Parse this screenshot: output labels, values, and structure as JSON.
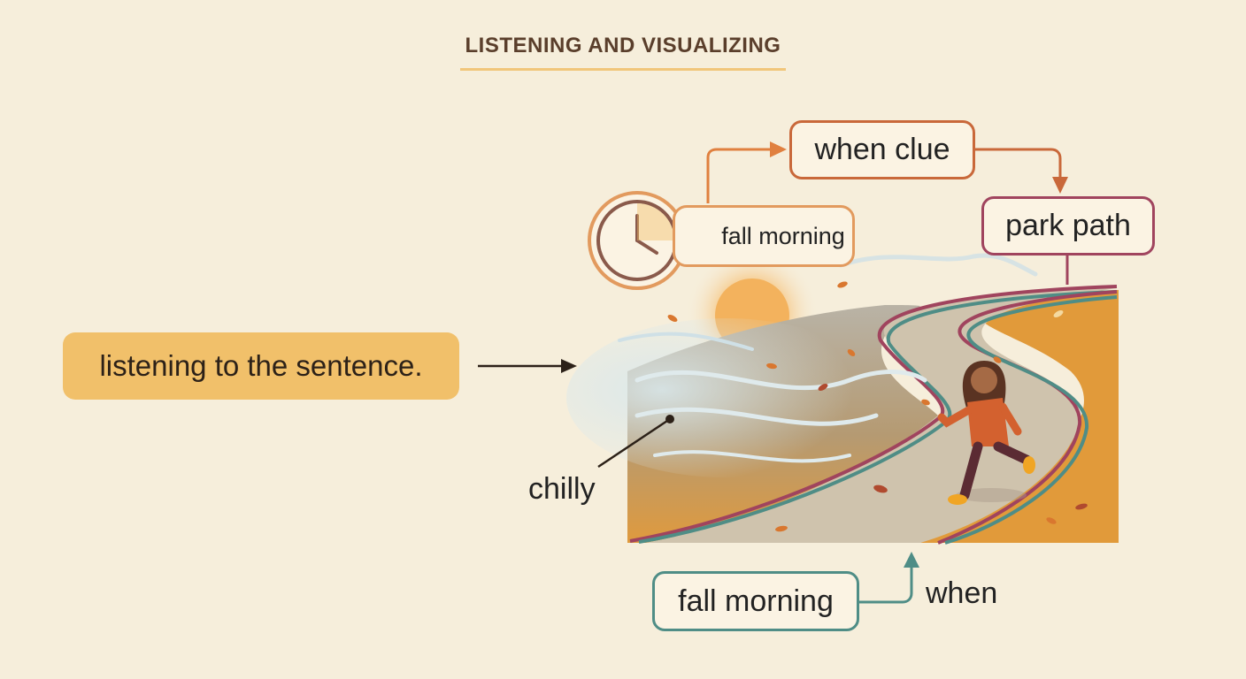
{
  "title": "LISTENING AND VISUALIZING",
  "pill_text": "listening to the sentence.",
  "labels": {
    "when_clue": "when clue",
    "park_path": "park path",
    "fall_morning_top": "fall morning",
    "fall_morning_bottom": "fall morning",
    "chilly": "chilly",
    "when": "when"
  },
  "colors": {
    "background": "#f6eedb",
    "accent_yellow": "#f1c06a",
    "orange": "#c9683a",
    "plum": "#a0445e",
    "teal": "#4f8d86",
    "light_orange": "#e29a5e"
  },
  "icons": {
    "clock": "clock-icon"
  }
}
